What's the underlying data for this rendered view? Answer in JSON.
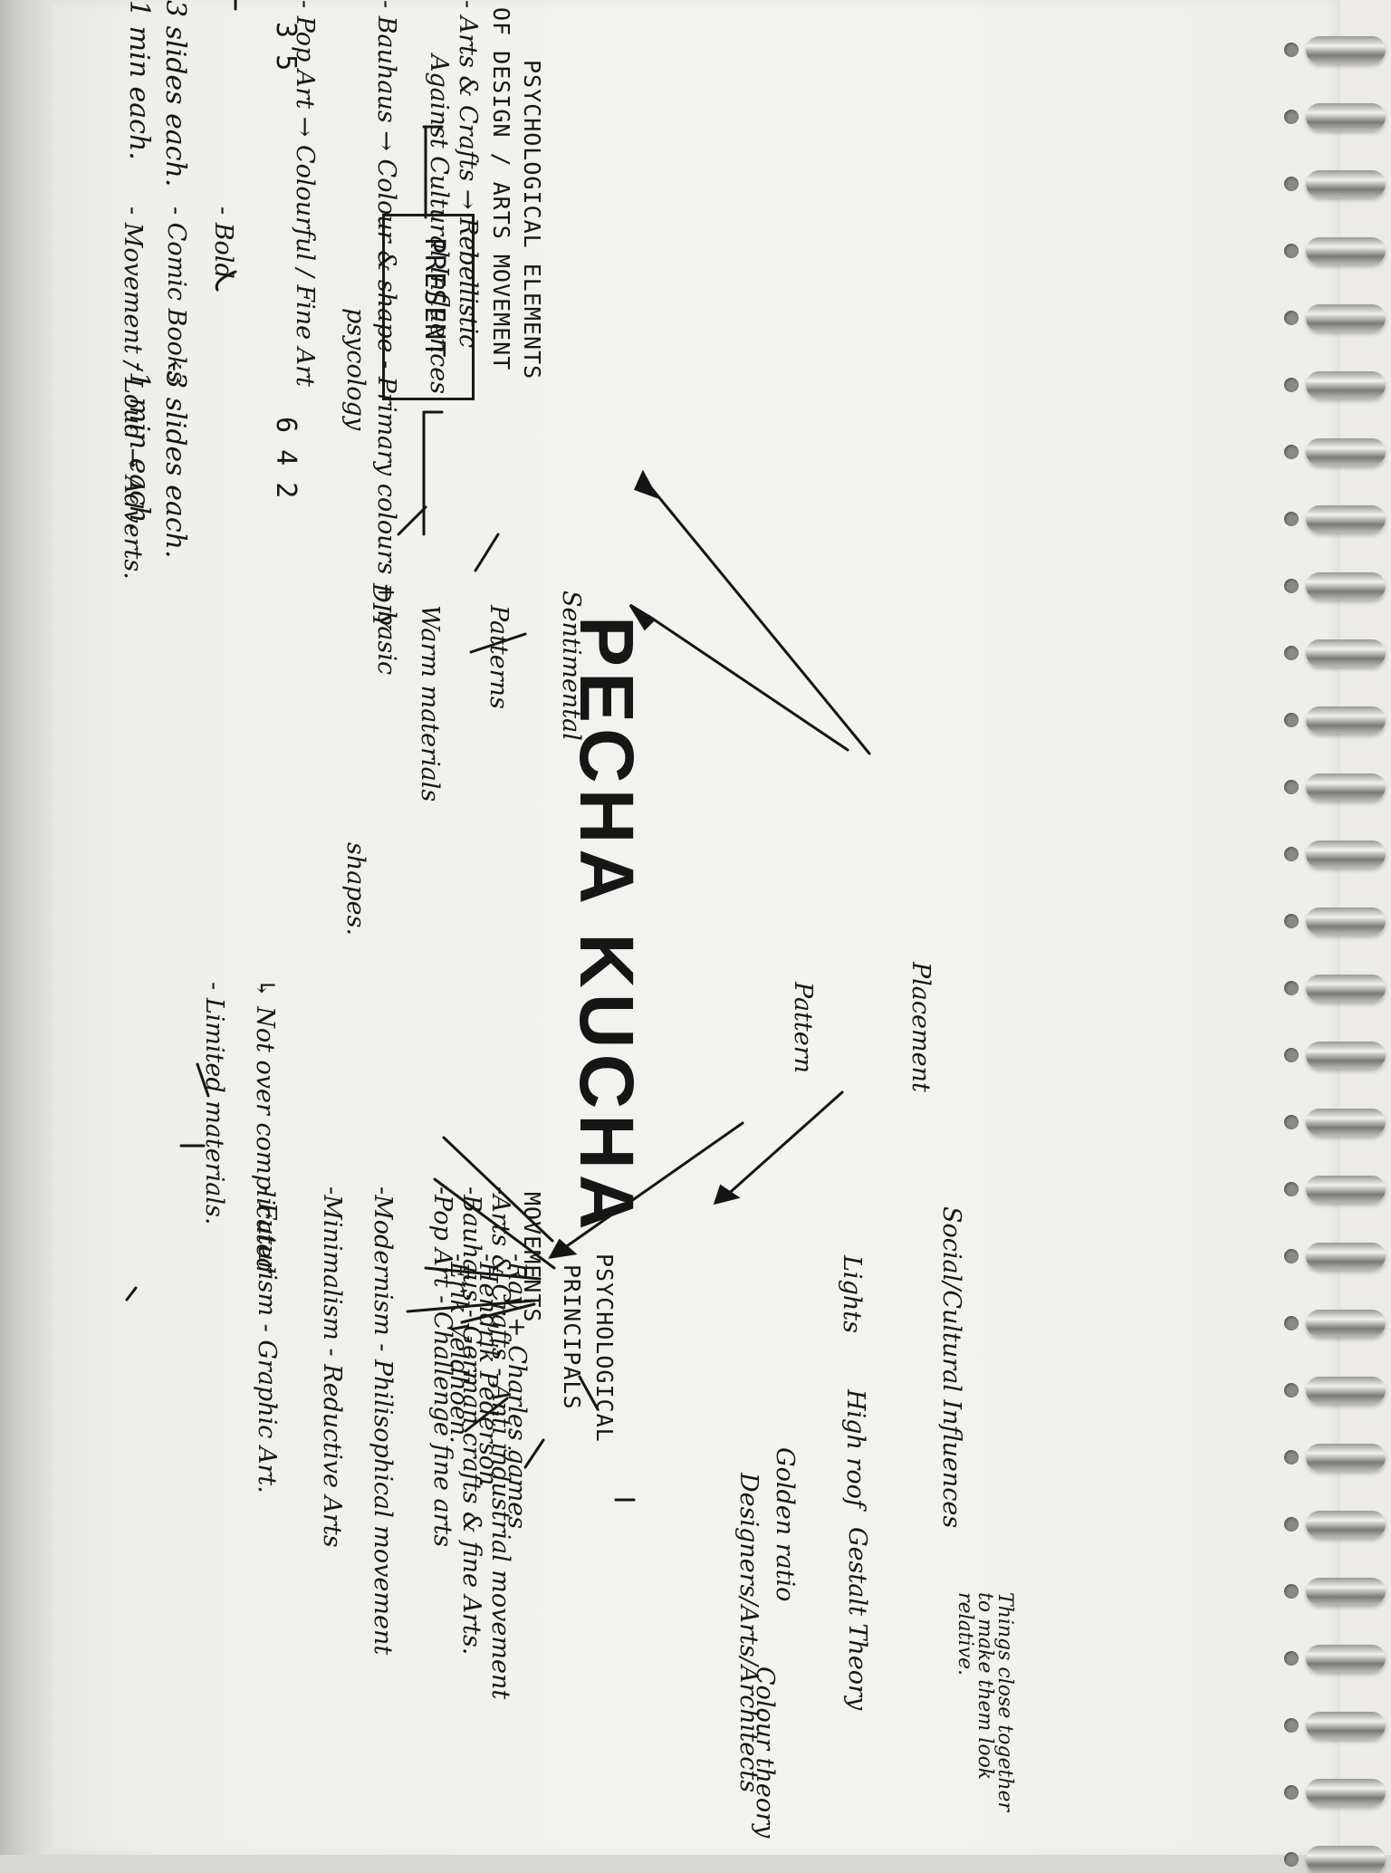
{
  "title": "PECHA KUCHA",
  "present": {
    "label": "PRESENT",
    "left_group": {
      "figures": "3 5",
      "lines": [
        "3 slides each.",
        "1 min each."
      ]
    },
    "right_group": {
      "figures": "6 4 2",
      "lines": [
        "-3 slides each.",
        "-1 min each."
      ]
    }
  },
  "psych_elements": {
    "heading": [
      "PSYCHOLOGICAL ELEMENTS",
      "OF DESIGN / ARTS MOVEMENT"
    ],
    "items": [
      "- Arts & Crafts → Rebellistic",
      "Against Cultural Influences",
      "- Bauhaus → Colour & shape - Primary colours + basic",
      "psycology",
      "shapes.",
      "- Pop Art → Colourful / Fine Art"
    ],
    "subitems": [
      "Sentimental",
      "Patterns",
      "Warm materials",
      "DIY"
    ],
    "bauhaus_notes": [
      "↳ Not over complicated",
      "- Limited materials."
    ],
    "popart_notes": [
      "- Bold",
      "- Comic Books",
      "- Movement / Loud → Adverts."
    ]
  },
  "psych_principals": {
    "heading": [
      "PSYCHOLOGICAL",
      "PRINCIPALS"
    ],
    "branches": [
      "Social/Cultural Influences",
      "Things close together to make them look relative.",
      "Placement",
      "Lights",
      "High roof",
      "Gestalt Theory",
      "Golden ratio",
      "Pattern",
      "Colour theory",
      "Designers/Arts/Architects"
    ],
    "designers": [
      "-Ray + Charles games",
      "-Hendrik Pederson",
      "-Erik Veldhoen."
    ]
  },
  "movements": {
    "heading": "MOVEMENTS",
    "items": [
      "-Arts & Crafts - Anti industrial movement",
      "-Bauhaus - German crafts & fine Arts.",
      "-Pop Art - Challenge fine arts",
      "-Modernism - Philisophical movement",
      "-Minimalism - Reductive Arts",
      "- Futurism - Graphic Art."
    ]
  }
}
